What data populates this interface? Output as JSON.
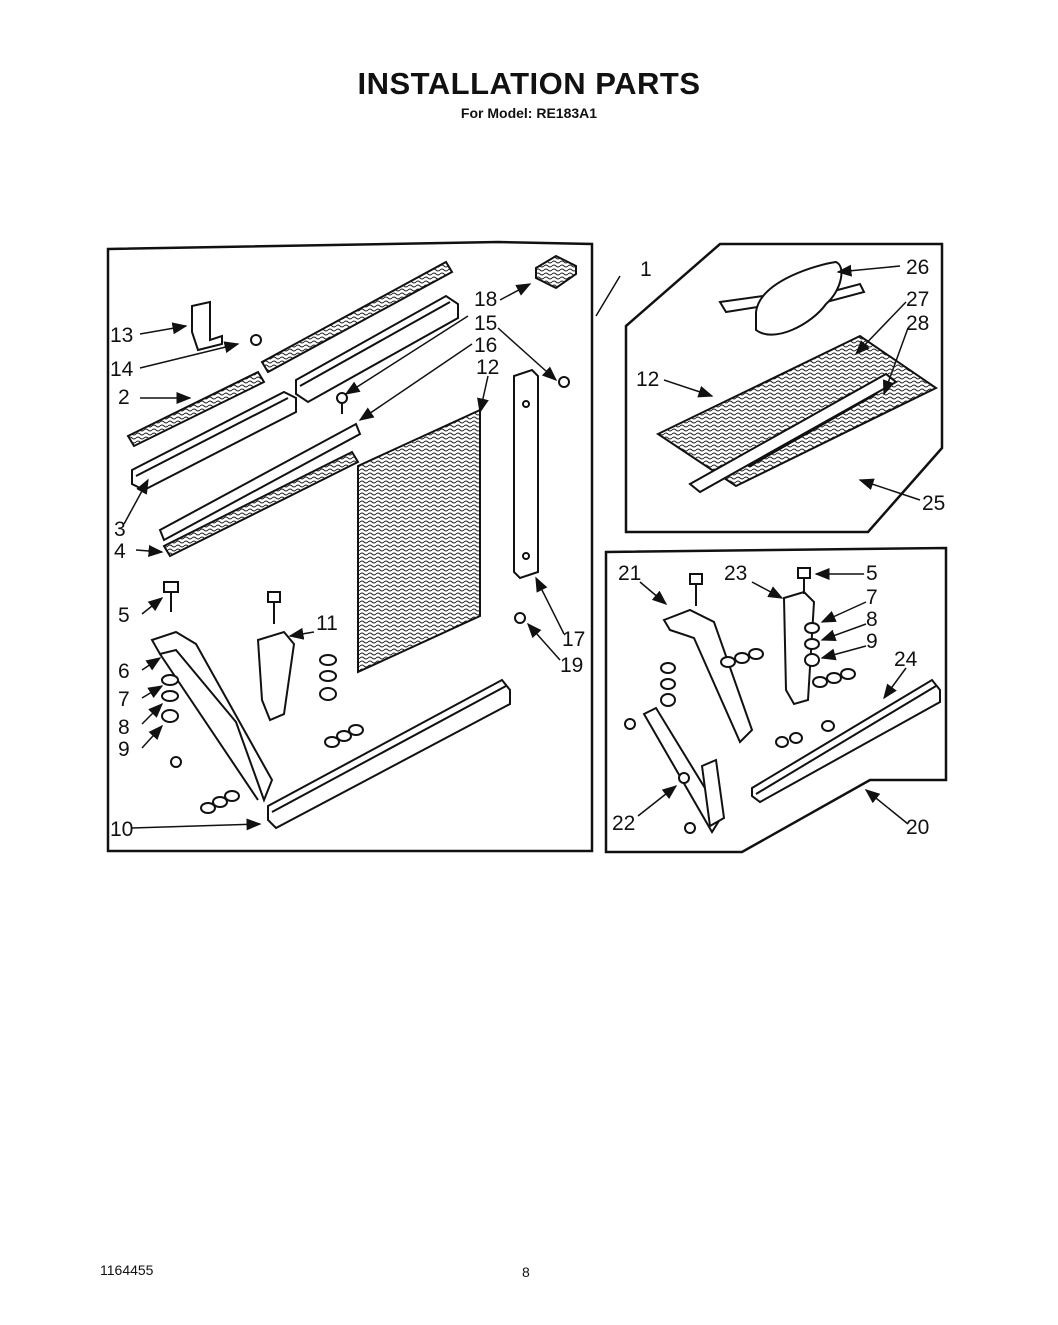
{
  "header": {
    "title": "INSTALLATION PARTS",
    "subtitle": "For Model: RE183A1"
  },
  "footer": {
    "doc_number": "1164455",
    "page_number": "8"
  },
  "callouts": {
    "main_panel": {
      "c1": "1",
      "c2": "2",
      "c3": "3",
      "c4": "4",
      "c5": "5",
      "c6": "6",
      "c7": "7",
      "c8": "8",
      "c9": "9",
      "c10": "10",
      "c11": "11",
      "c12": "12",
      "c13": "13",
      "c14": "14",
      "c15": "15",
      "c16": "16",
      "c17": "17",
      "c18": "18",
      "c19": "19"
    },
    "filter_panel": {
      "c12": "12",
      "c25": "25",
      "c26": "26",
      "c27": "27",
      "c28": "28"
    },
    "bracket_panel": {
      "c5": "5",
      "c7": "7",
      "c8": "8",
      "c9": "9",
      "c20": "20",
      "c21": "21",
      "c22": "22",
      "c23": "23",
      "c24": "24"
    }
  }
}
